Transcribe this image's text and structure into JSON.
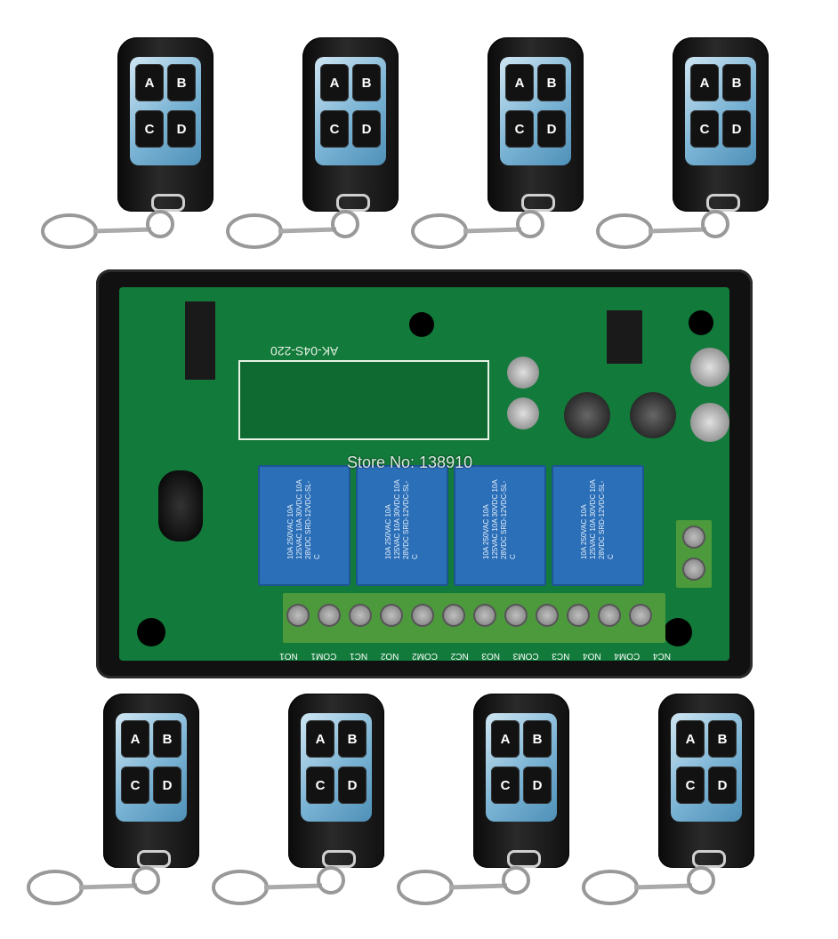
{
  "remote_buttons": [
    "A",
    "B",
    "C",
    "D"
  ],
  "pcb_label": "AK-04S-220",
  "watermark": "Store No: 138910",
  "relay_text": "10A 250VAC 10A 125VAC 10A 30VDC 10A 28VDC SRD-12VDC-SL-C",
  "terminal_labels": [
    "NO1",
    "COM1",
    "NC1",
    "NO2",
    "COM2",
    "NC2",
    "NO3",
    "COM3",
    "NC3",
    "NO4",
    "COM4",
    "NC4"
  ]
}
